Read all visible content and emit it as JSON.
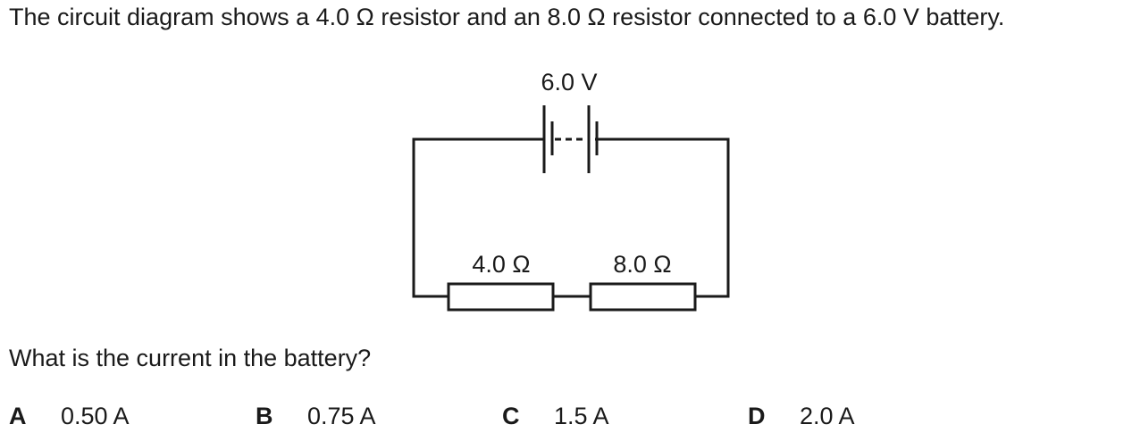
{
  "question": {
    "intro": "The circuit diagram shows a 4.0 Ω resistor and an 8.0 Ω resistor connected to a 6.0 V battery.",
    "prompt": "What is the current in the battery?"
  },
  "circuit": {
    "battery_label": "6.0 V",
    "resistor_1_label": "4.0 Ω",
    "resistor_2_label": "8.0 Ω"
  },
  "options": [
    {
      "letter": "A",
      "value": "0.50 A"
    },
    {
      "letter": "B",
      "value": "0.75 A"
    },
    {
      "letter": "C",
      "value": "1.5 A"
    },
    {
      "letter": "D",
      "value": "2.0 A"
    }
  ],
  "colors": {
    "ink": "#1a1a1a",
    "background": "#ffffff"
  }
}
